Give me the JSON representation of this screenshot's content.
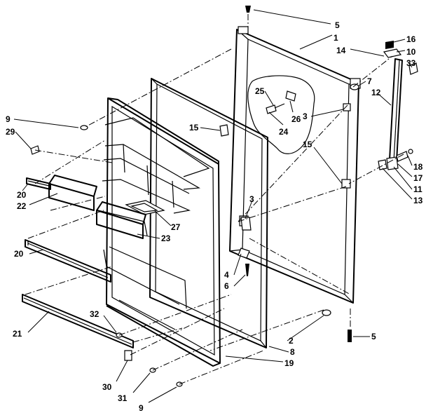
{
  "callouts": {
    "c5_top": "5",
    "c1": "1",
    "c14": "14",
    "c16": "16",
    "c10": "10",
    "c33": "33",
    "c7": "7",
    "c12": "12",
    "c9_left": "9",
    "c29": "29",
    "c25": "25",
    "c26": "26",
    "c24": "24",
    "c15_mid": "15",
    "c3_right": "3",
    "c15_right": "15",
    "c18": "18",
    "c17": "17",
    "c11": "11",
    "c13": "13",
    "c20_top": "20",
    "c22": "22",
    "c3_lower": "3",
    "c27": "27",
    "c23": "23",
    "c4": "4",
    "c6": "6",
    "c20_low": "20",
    "c32": "32",
    "c21": "21",
    "c2": "2",
    "c8": "8",
    "c5_bottom": "5",
    "c19": "19",
    "c30": "30",
    "c31": "31",
    "c9_bottom": "9"
  }
}
